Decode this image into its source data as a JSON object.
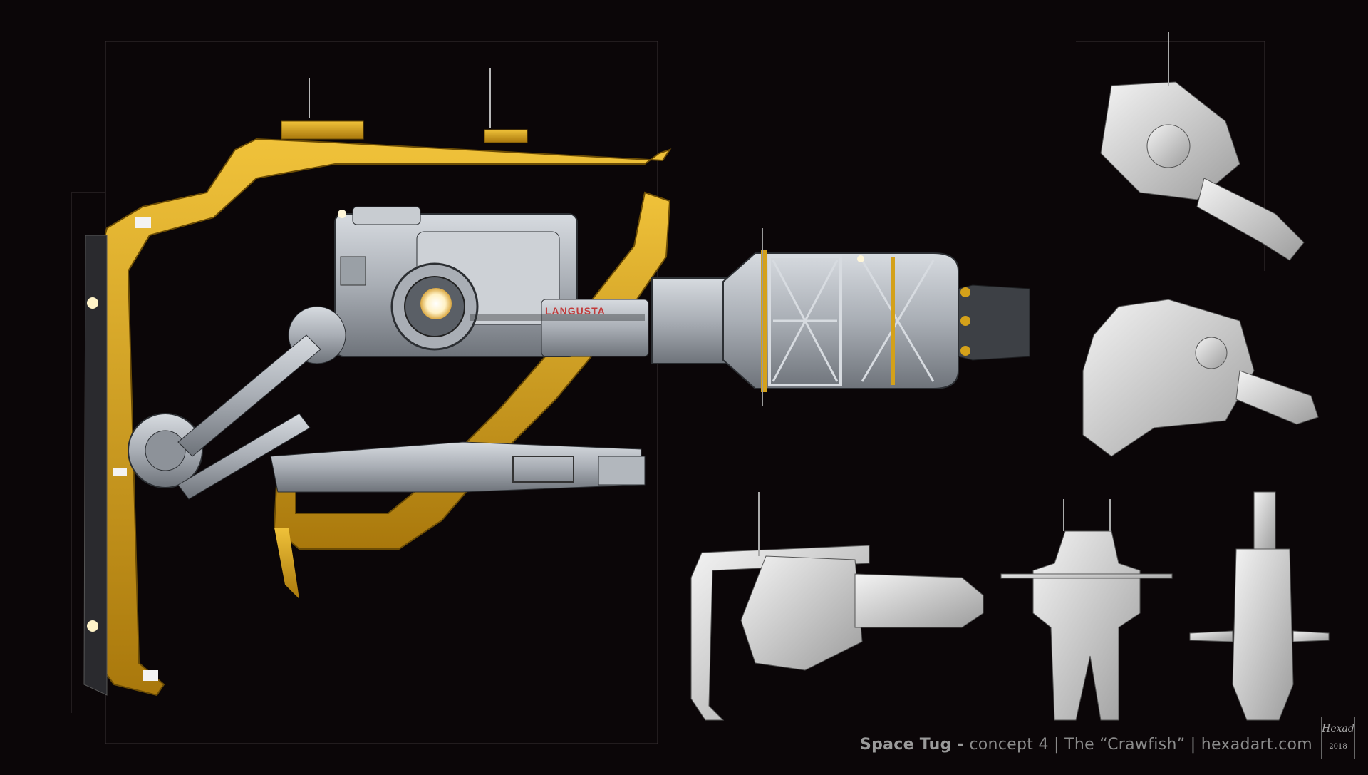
{
  "caption": {
    "title": "Space Tug -",
    "concept": "concept 4",
    "name": "The “Crawfish”",
    "site": "hexadart.com",
    "sep": "|"
  },
  "hull_label": "LANGUSTA",
  "signature": {
    "name": "Hexad",
    "year": "2018"
  },
  "colors": {
    "background": "#0b0608",
    "frame_yellow": "#d4a11a",
    "hull_grey": "#b9bec4",
    "clay_white": "#e6e6e6",
    "lamp": "#fff6d8"
  }
}
